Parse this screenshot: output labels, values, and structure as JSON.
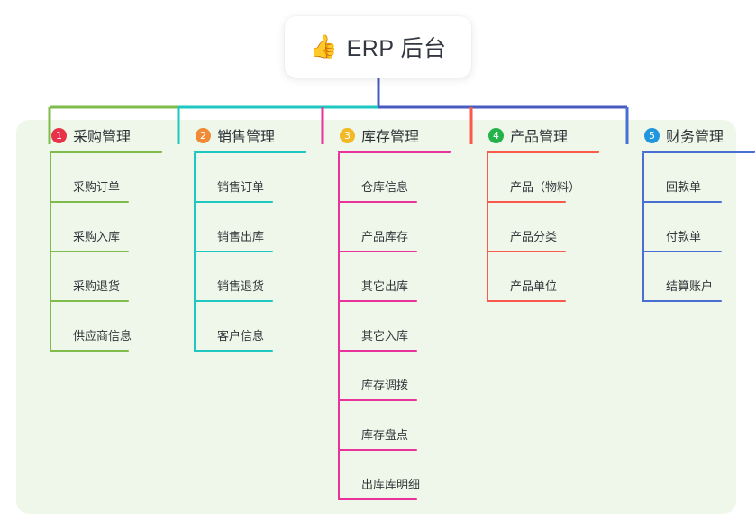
{
  "root": {
    "icon": "thumbs-up-emoji",
    "emoji": "👍",
    "title": "ERP 后台"
  },
  "palette": {
    "panel_background": "#eef7e9",
    "page_background": "#ffffff",
    "root_text": "#333840",
    "leaf_text": "#33383d",
    "trunk": "#4a5bbf"
  },
  "branches": [
    {
      "number": "1",
      "badge_glyph": "❶",
      "badge_color": "#e8324a",
      "line_color": "#7fbc4b",
      "label": "采购管理",
      "items": [
        {
          "label": "采购订单"
        },
        {
          "label": "采购入库"
        },
        {
          "label": "采购退货"
        },
        {
          "label": "供应商信息"
        }
      ]
    },
    {
      "number": "2",
      "badge_glyph": "❷",
      "badge_color": "#f08a36",
      "line_color": "#1ec8c0",
      "label": "销售管理",
      "items": [
        {
          "label": "销售订单"
        },
        {
          "label": "销售出库"
        },
        {
          "label": "销售退货"
        },
        {
          "label": "客户信息"
        }
      ]
    },
    {
      "number": "3",
      "badge_glyph": "❸",
      "badge_color": "#f2b825",
      "line_color": "#e8349a",
      "label": "库存管理",
      "items": [
        {
          "label": "仓库信息"
        },
        {
          "label": "产品库存"
        },
        {
          "label": "其它出库"
        },
        {
          "label": "其它入库"
        },
        {
          "label": "库存调拨"
        },
        {
          "label": "库存盘点"
        },
        {
          "label": "出库库明细"
        }
      ]
    },
    {
      "number": "4",
      "badge_glyph": "❹",
      "badge_color": "#23b34a",
      "line_color": "#fa5a4b",
      "label": "产品管理",
      "items": [
        {
          "label": "产品（物料）"
        },
        {
          "label": "产品分类"
        },
        {
          "label": "产品单位"
        }
      ]
    },
    {
      "number": "5",
      "badge_glyph": "❺",
      "badge_color": "#2196dd",
      "line_color": "#4a6fd4",
      "label": "财务管理",
      "items": [
        {
          "label": "回款单"
        },
        {
          "label": "付款单"
        },
        {
          "label": "结算账户"
        }
      ]
    }
  ]
}
